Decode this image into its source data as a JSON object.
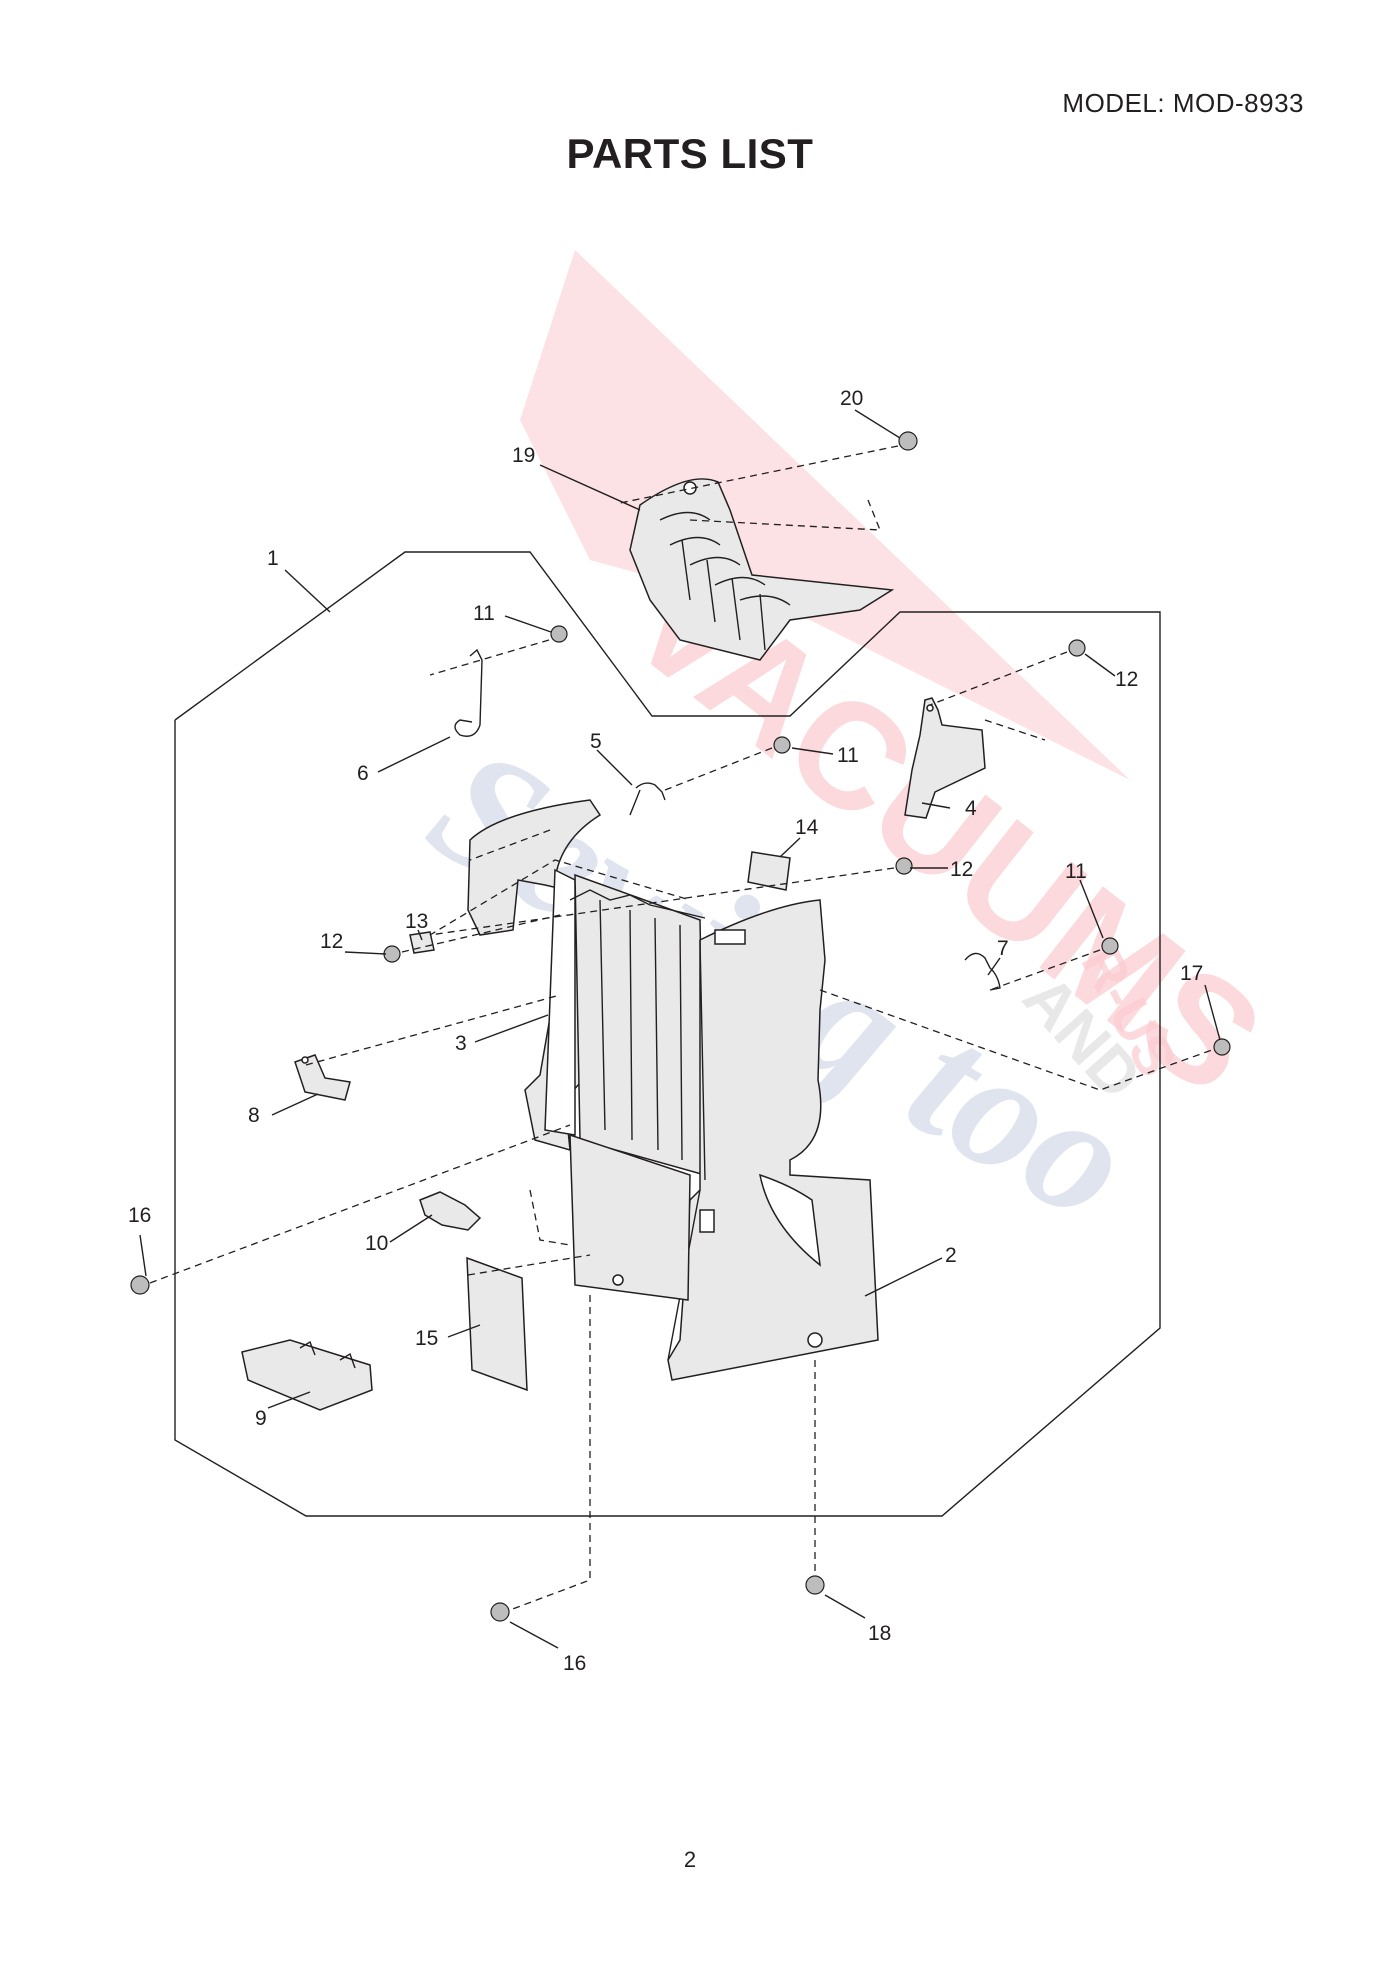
{
  "header": {
    "model": "MODEL: MOD-8933",
    "title": "PARTS LIST"
  },
  "footer": {
    "page_number": "2"
  },
  "watermark": {
    "text_1": "VACUUMS",
    "text_2": "R-US",
    "text_3": "AND",
    "text_4": "Sewing too",
    "color_main": "#e8102a",
    "color_sub": "#1a3a8c"
  },
  "callouts": {
    "c1": "1",
    "c2": "2",
    "c3": "3",
    "c4": "4",
    "c5": "5",
    "c6": "6",
    "c7": "7",
    "c8": "8",
    "c9": "9",
    "c10": "10",
    "c11a": "11",
    "c11b": "11",
    "c11c": "11",
    "c12a": "12",
    "c12b": "12",
    "c12c": "12",
    "c13": "13",
    "c14": "14",
    "c15": "15",
    "c16a": "16",
    "c16b": "16",
    "c17": "17",
    "c18": "18",
    "c19": "19",
    "c20": "20"
  }
}
